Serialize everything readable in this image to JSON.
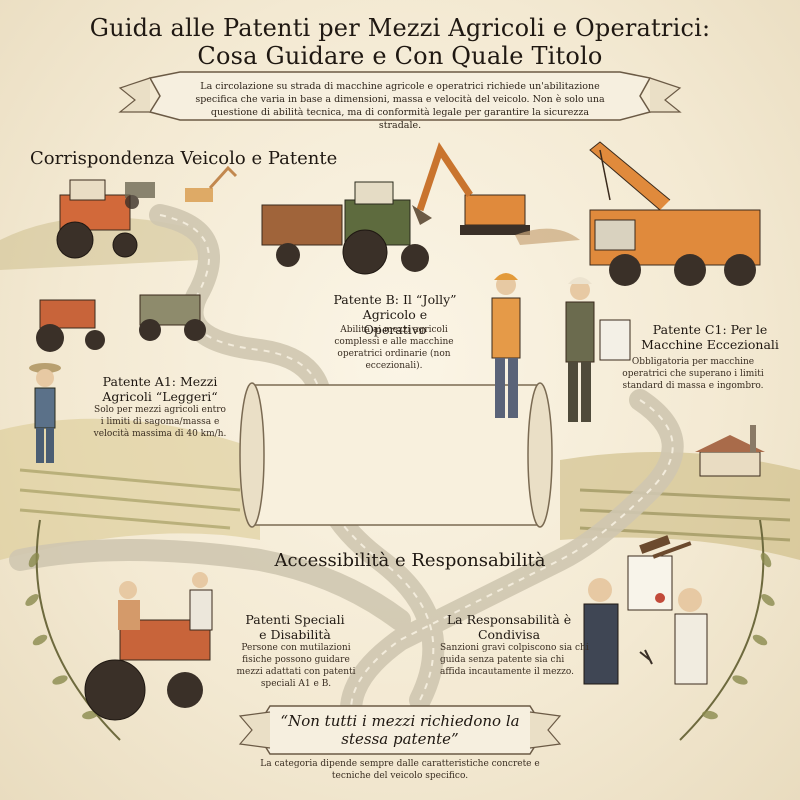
{
  "title_line1": "Guida alle Patenti per Mezzi Agricoli e Operatrici:",
  "title_line2": "Cosa Guidare e Con Quale Titolo",
  "intro": "La circolazione su strada di macchine agricole e operatrici richiede un'abilitazione specifica che varia in base a dimensioni, massa e velocità del veicolo. Non è solo una questione di abilità tecnica, ma di conformità legale per garantire la sicurezza stradale.",
  "section1_title": "Corrispondenza Veicolo e Patente",
  "patente_a1": {
    "heading": "Patente A1: Mezzi Agricoli “Leggeri“",
    "body": "Solo per mezzi agricoli entro i limiti di sagoma/massa e velocità massima di 40 km/h."
  },
  "patente_b": {
    "heading": "Patente B: Il “Jolly” Agricolo e Operativo",
    "body": "Abilita ai mezzi agricoli complessi e alle macchine operatrici ordinarie (non eccezionali)."
  },
  "patente_c1": {
    "heading": "Patente C1: Per le Macchine Eccezionali",
    "body": "Obbligatoria per macchine operatrici che superano i limiti standard di massa e ingombro."
  },
  "section2_title": "Accessibilità e Responsabilità",
  "patenti_speciali": {
    "heading": "Patenti Speciali e Disabilità",
    "body": "Persone con mutilazioni fisiche possono guidare mezzi adattati con patenti speciali A1 e B."
  },
  "responsabilita": {
    "heading": "La Responsabilità è Condivisa",
    "body": "Sanzioni gravi colpiscono sia chi guida senza patente sia chi affida incautamente il mezzo."
  },
  "quote": "“Non tutti i mezzi richiedono la stessa patente”",
  "footer": "La categoria dipende sempre dalle caratteristiche concrete e tecniche del veicolo specifico.",
  "colors": {
    "paper": "#f4ecd9",
    "ink": "#2b2117",
    "tractor_orange": "#d2693a",
    "tractor_green": "#5e6b3e",
    "crane_orange": "#e08a3c",
    "road": "#c9c1ad",
    "field": "#a9a05a"
  }
}
